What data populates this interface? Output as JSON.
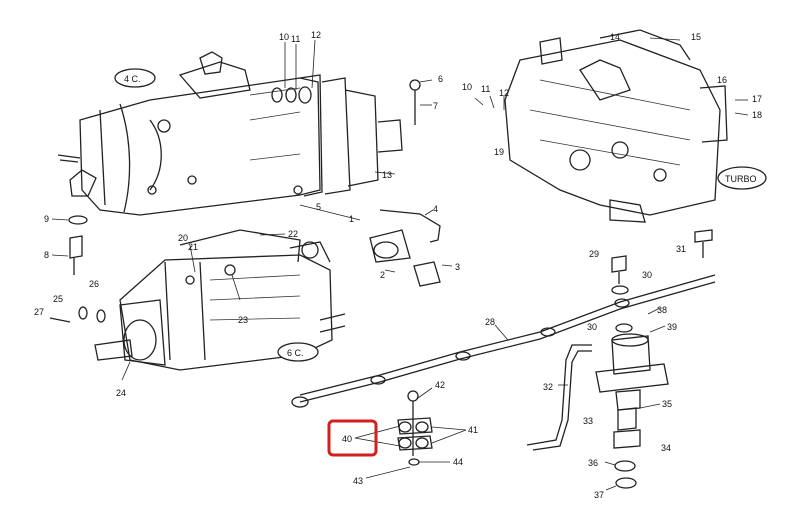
{
  "diagram": {
    "labels": {
      "l1": "1",
      "l2": "2",
      "l3": "3",
      "l4": "4",
      "l5": "5",
      "l6": "6",
      "l7": "7",
      "l8": "8",
      "l9": "9",
      "l10a": "10",
      "l11a": "11",
      "l12a": "12",
      "l13": "13",
      "l10b": "10",
      "l11b": "11",
      "l12b": "12",
      "l14": "14",
      "l15": "15",
      "l16": "16",
      "l17": "17",
      "l18": "18",
      "l19": "19",
      "l20": "20",
      "l21": "21",
      "l22": "22",
      "l23": "23",
      "l24": "24",
      "l25": "25",
      "l26": "26",
      "l27": "27",
      "l28": "28",
      "l29": "29",
      "l30a": "30",
      "l30b": "30",
      "l31": "31",
      "l32": "32",
      "l33": "33",
      "l34": "34",
      "l35": "35",
      "l36": "36",
      "l37": "37",
      "l38": "38",
      "l39": "39",
      "l40": "40",
      "l41": "41",
      "l42": "42",
      "l43": "43",
      "l44": "44"
    },
    "tags": {
      "four_cyl": "4 C.",
      "six_cyl": "6 C.",
      "turbo": "TURBO"
    },
    "highlight_color": "#d22020"
  }
}
